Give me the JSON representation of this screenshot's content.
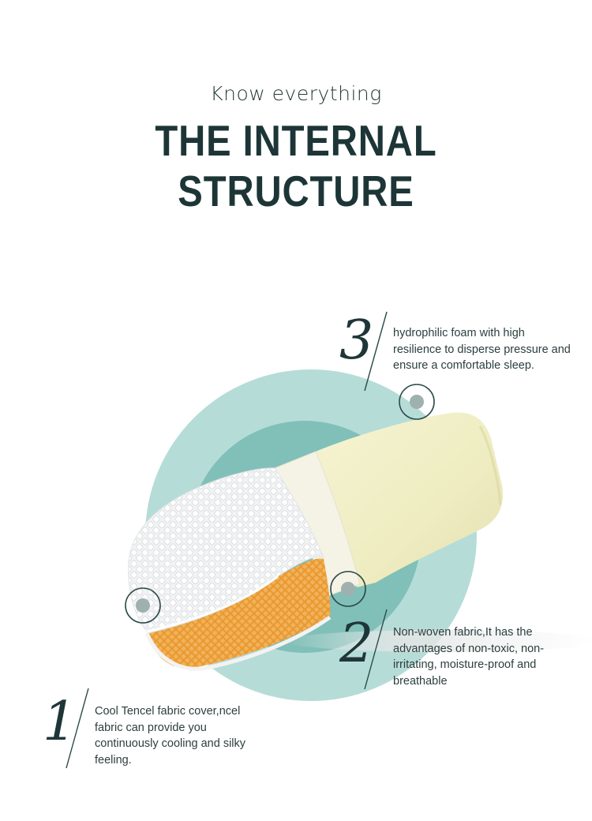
{
  "header": {
    "subtitle": "Know everything",
    "title": "THE INTERNAL STRUCTURE"
  },
  "colors": {
    "title": "#1d3537",
    "outer_circle": "#b6dcd8",
    "inner_circle": "#7fbfb8",
    "marker_stroke": "#2b4a48",
    "marker_dot": "#9fb1af",
    "foam": "#f2f0c6",
    "mesh": "#f1f2f3",
    "orange_band": "#eaa23e",
    "nonwoven": "#f4f2e4"
  },
  "callouts": [
    {
      "number": "3",
      "text": "hydrophilic foam with high resilience to disperse pressure and ensure a comfortable sleep."
    },
    {
      "number": "2",
      "text": "Non-woven fabric,It has the advantages of non-toxic, non-irritating, moisture-proof and breathable"
    },
    {
      "number": "1",
      "text": "Cool Tencel fabric cover,ncel fabric can provide you continuously cooling and silky feeling."
    }
  ]
}
